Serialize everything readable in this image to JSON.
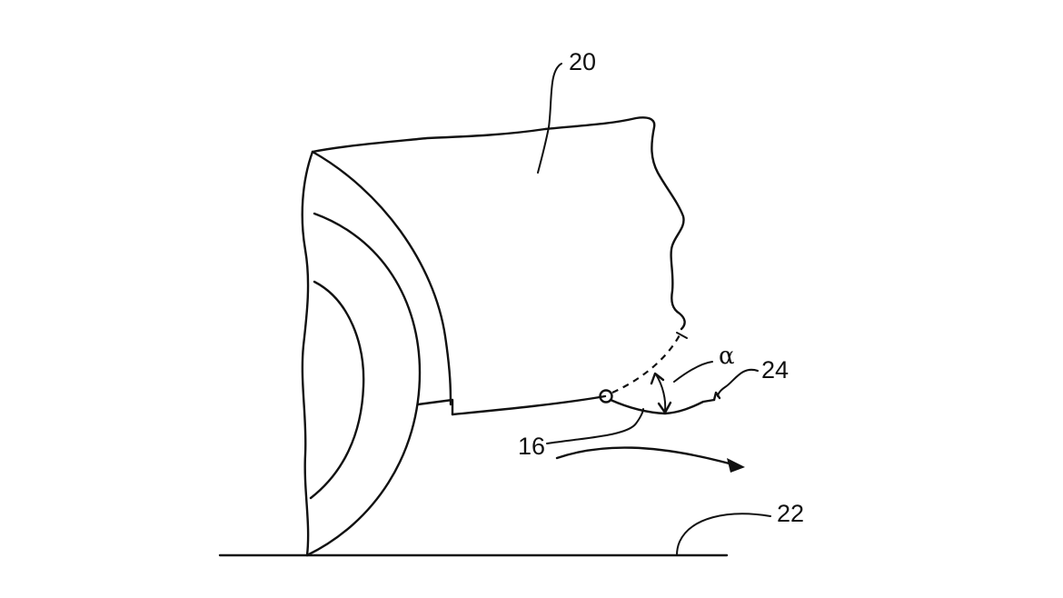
{
  "labels": {
    "body": "20",
    "ground": "22",
    "deflector": "24",
    "pivot": "16",
    "angle": "α"
  },
  "colors": {
    "line": "#111111",
    "background": "#ffffff"
  }
}
